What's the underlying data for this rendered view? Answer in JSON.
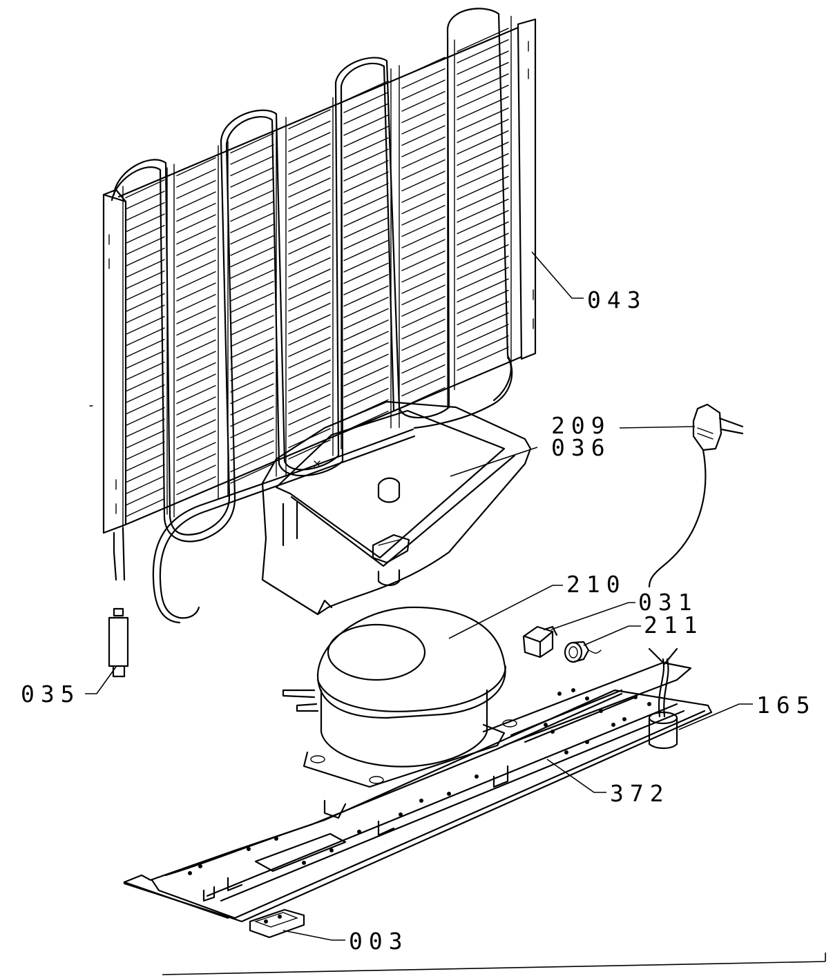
{
  "callouts": [
    {
      "id": "condenser",
      "label": "043"
    },
    {
      "id": "power-plug",
      "label": "209"
    },
    {
      "id": "drip-tray",
      "label": "036"
    },
    {
      "id": "compressor",
      "label": "210"
    },
    {
      "id": "relay",
      "label": "031"
    },
    {
      "id": "overload-protector",
      "label": "211"
    },
    {
      "id": "dryer-filter",
      "label": "035"
    },
    {
      "id": "capacitor",
      "label": "165"
    },
    {
      "id": "base-plate",
      "label": "372"
    },
    {
      "id": "foot-pad",
      "label": "003"
    }
  ]
}
